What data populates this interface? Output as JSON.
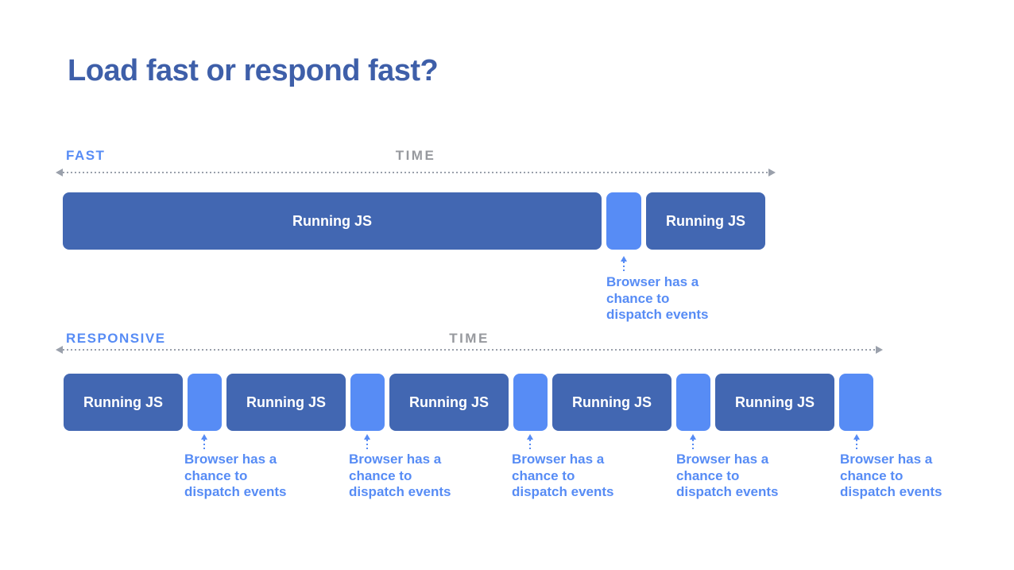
{
  "title": "Load fast or respond fast?",
  "colors": {
    "title": "#3e5fa9",
    "label": "#578cf5",
    "timegray": "#97999e",
    "dark": "#4267b2",
    "light": "#578cf5",
    "dots": "#9aa0ab"
  },
  "fast": {
    "label": "FAST",
    "time_label": "TIME",
    "blocks": [
      {
        "kind": "js",
        "label": "Running JS"
      },
      {
        "kind": "gap"
      },
      {
        "kind": "js",
        "label": "Running JS"
      }
    ],
    "annotations": [
      {
        "lines": [
          "Browser has a",
          "chance to",
          "dispatch events"
        ]
      }
    ]
  },
  "responsive": {
    "label": "RESPONSIVE",
    "time_label": "TIME",
    "blocks": [
      {
        "kind": "js",
        "label": "Running JS"
      },
      {
        "kind": "gap"
      },
      {
        "kind": "js",
        "label": "Running JS"
      },
      {
        "kind": "gap"
      },
      {
        "kind": "js",
        "label": "Running JS"
      },
      {
        "kind": "gap"
      },
      {
        "kind": "js",
        "label": "Running JS"
      },
      {
        "kind": "gap"
      },
      {
        "kind": "js",
        "label": "Running JS"
      },
      {
        "kind": "gap"
      }
    ],
    "annotations": [
      {
        "lines": [
          "Browser has a",
          "chance to",
          "dispatch events"
        ]
      },
      {
        "lines": [
          "Browser has a",
          "chance to",
          "dispatch events"
        ]
      },
      {
        "lines": [
          "Browser has a",
          "chance to",
          "dispatch events"
        ]
      },
      {
        "lines": [
          "Browser has a",
          "chance to",
          "dispatch events"
        ]
      },
      {
        "lines": [
          "Browser has a",
          "chance to",
          "dispatch events"
        ]
      }
    ]
  }
}
